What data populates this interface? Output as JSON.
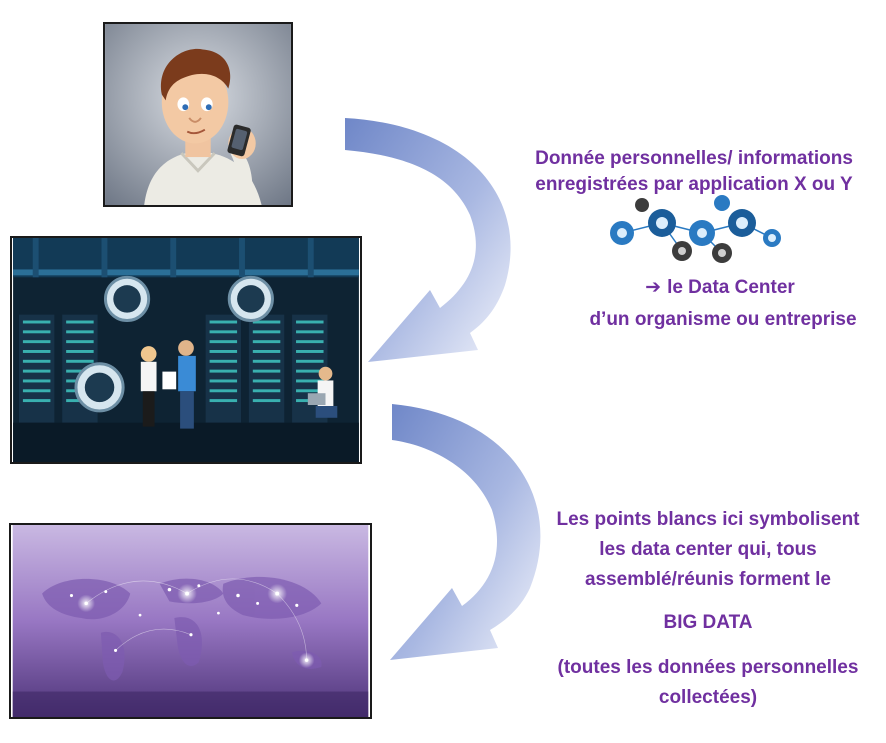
{
  "text": {
    "top_line1": "Donnée personnelles/ informations",
    "top_line2": "enregistrées par application X ou Y",
    "top_arrow_glyph": "➔",
    "top_line3": "le Data Center",
    "top_line4": "d’un organisme ou entreprise",
    "bottom_line1": "Les points blancs ici symbolisent",
    "bottom_line2": "les data center qui, tous",
    "bottom_line3": "assemblé/réunis forment le",
    "bottom_line4": "BIG DATA",
    "bottom_line5": "(toutes les données personnelles",
    "bottom_line6": "collectées)"
  },
  "colors": {
    "text_purple": "#7030a0",
    "arrow_blue": "#8fa3d6",
    "arrow_light": "#e8ecf8"
  },
  "icons": {
    "person": "person-with-phone-icon",
    "datacenter": "datacenter-scene-icon",
    "map": "world-map-icon",
    "network": "network-gears-icon"
  }
}
